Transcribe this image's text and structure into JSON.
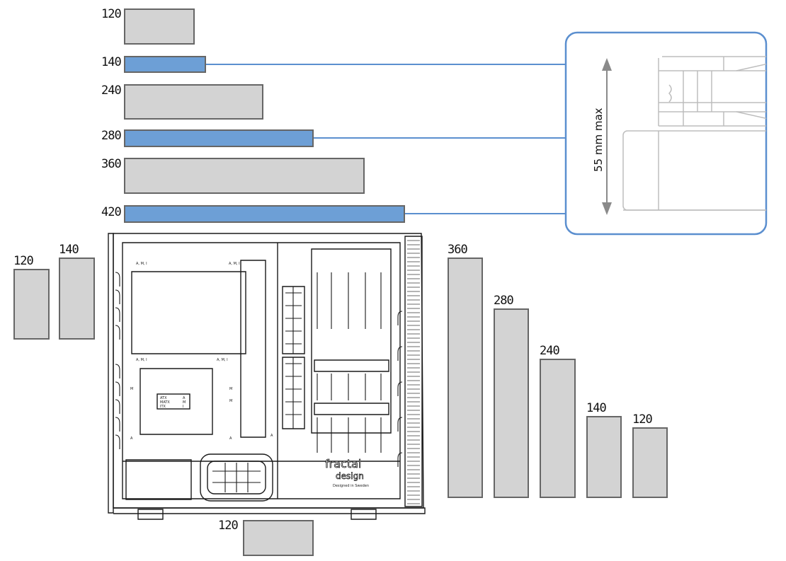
{
  "top_radiators": [
    {
      "size": "120",
      "highlight": false
    },
    {
      "size": "140",
      "highlight": true
    },
    {
      "size": "240",
      "highlight": false
    },
    {
      "size": "280",
      "highlight": true
    },
    {
      "size": "360",
      "highlight": false
    },
    {
      "size": "420",
      "highlight": true
    }
  ],
  "left_radiators": [
    {
      "size": "120"
    },
    {
      "size": "140"
    }
  ],
  "right_radiators": [
    {
      "size": "360"
    },
    {
      "size": "280"
    },
    {
      "size": "240"
    },
    {
      "size": "140"
    },
    {
      "size": "120"
    }
  ],
  "bottom_radiator": {
    "size": "120"
  },
  "clearance_label": "55 mm max",
  "case_markings": {
    "brand_line1": "fractal",
    "brand_line2": "design",
    "tagline": "Designed in Sweden",
    "mb_label_left": "ATX\nmATX\nITX",
    "mb_label_right": "A\nM\nI",
    "standoff_ami": "A, M, I",
    "standoff_m": "M",
    "standoff_a": "A"
  },
  "colors": {
    "highlight": "#6d9fd6",
    "radiator": "#d3d3d3",
    "radiator_border": "#666666",
    "callout_line": "#5b8fcf"
  }
}
